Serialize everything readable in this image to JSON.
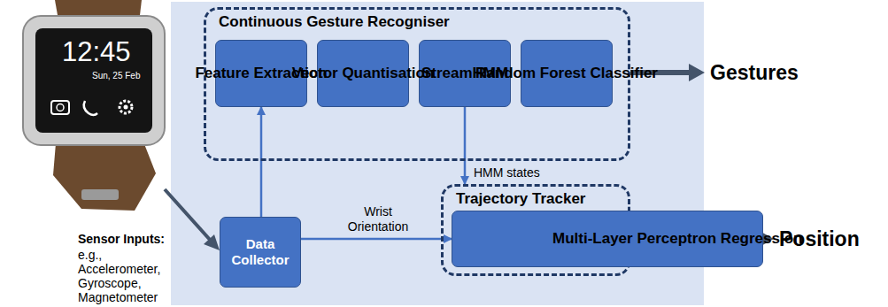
{
  "diagram": {
    "nodes": [
      {
        "text": [
          "Continuous Gesture Recogniser"
        ]
      },
      {
        "text": [
          "Feature Extraction"
        ],
        "in": 0
      },
      {
        "text": [
          "Vector Quantisation"
        ],
        "in": 0
      },
      {
        "text": [
          "StreamHMM"
        ],
        "in": 0
      },
      {
        "text": [
          "Random Forest Classifier"
        ],
        "in": 0
      },
      {
        "text": [
          "Trajectory Tracker"
        ]
      },
      {
        "text": [
          "Multi-Layer Perceptron Regression"
        ],
        "in": 5
      },
      {
        "text": [
          "Data Collector"
        ]
      }
    ],
    "edges": [
      {
        "from": 7,
        "to": 1,
        "arrow": "to"
      },
      {
        "from": 7,
        "to": 6,
        "label": "Wrist Orientation",
        "arrow": "to"
      },
      {
        "from": 3,
        "to": 5,
        "label": "HMM states",
        "arrow": "to"
      }
    ],
    "labels": [
      "12:45",
      "Sun, 25 Feb",
      "Sensor Inputs:",
      "e.g., Accelerometer, Gyroscope, Magnetometer",
      "Gestures",
      "Position"
    ]
  }
}
